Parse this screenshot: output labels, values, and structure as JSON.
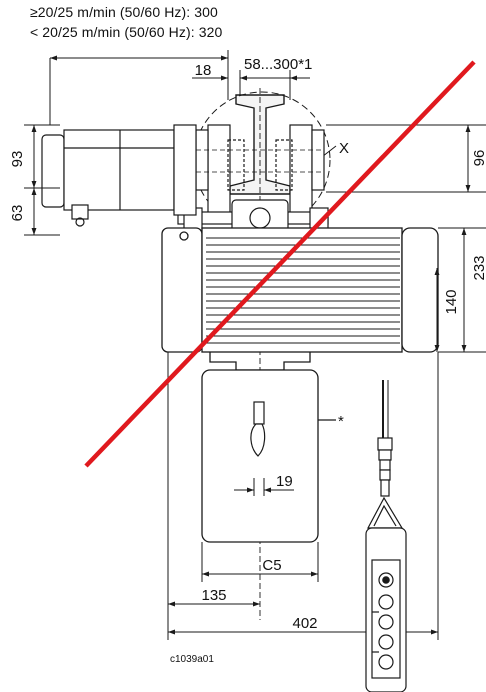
{
  "header": {
    "line1": "≥20/25 m/min (50/60 Hz): 300",
    "line2": "< 20/25 m/min (50/60 Hz): 320"
  },
  "dimensions": {
    "d18": "18",
    "d58_300": "58...300*1",
    "d93": "93",
    "d63": "63",
    "d96": "96",
    "d233": "233",
    "d140": "140",
    "d19": "19",
    "dC5": "C5",
    "d135": "135",
    "d402": "402"
  },
  "labels": {
    "detail_x": "X",
    "asterisk": "*",
    "drawing_code": "c1039a01"
  },
  "colors": {
    "line": "#1a1a1a",
    "cross_out": "#e0191e"
  }
}
